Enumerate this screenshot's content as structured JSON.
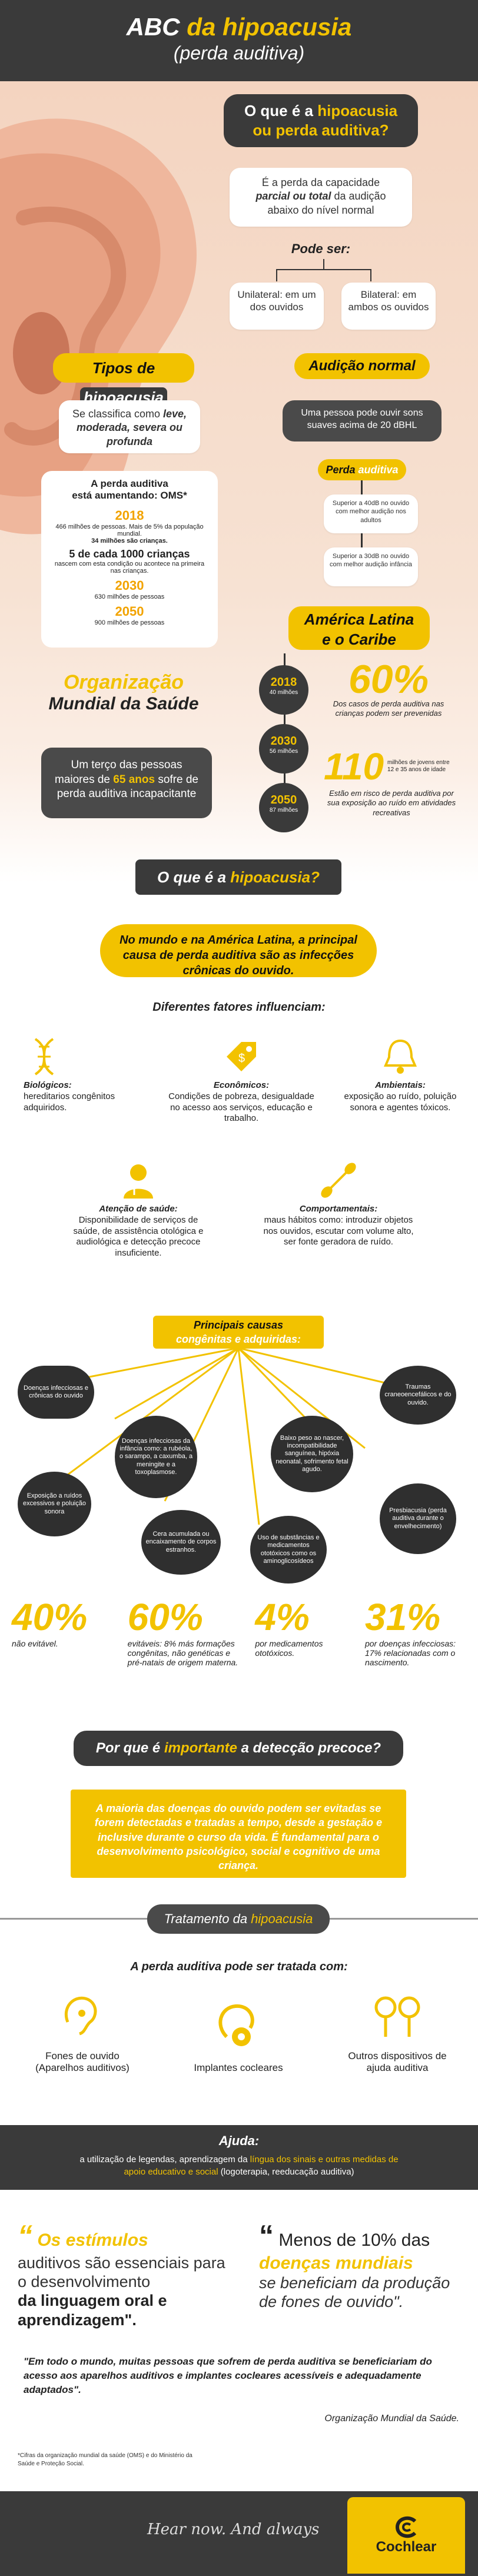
{
  "header": {
    "title": "ABC",
    "title_accent": "da hipoacusia",
    "subtitle": "(perda auditiva)"
  },
  "q1": {
    "q_lead": "O que é a",
    "q_word": "hipoacusia",
    "q_tail": "ou perda auditiva?",
    "def_a": "É a perda da capacidade",
    "def_b": "parcial ou total",
    "def_c": "da audição",
    "def_d": "abaixo do nível normal",
    "pode_ser": "Pode ser:",
    "uni": "Unilateral: em um dos ouvidos",
    "bi": "Bilateral: em ambos os ouvidos"
  },
  "tipos": {
    "label_a": "Tipos de",
    "label_b": "hipoacusia",
    "class_a": "Se classifica como",
    "class_b": "leve, moderada, severa ou profunda",
    "oms_title_a": "A perda auditiva",
    "oms_title_b": "está aumentando: OMS*",
    "rows": [
      {
        "year": "2018",
        "text": "466 milhões de pessoas. Mais de 5% da população mundial.",
        "sub": "34 milhões são crianças."
      },
      {
        "year": "5 de cada 1000 crianças",
        "text": "nascem com esta condição ou acontece na primeira nas crianças."
      },
      {
        "year": "2030",
        "text": "630 milhões de pessoas"
      },
      {
        "year": "2050",
        "text": "900 milhões de pessoas"
      }
    ]
  },
  "normal": {
    "label_a": "Audição",
    "label_b": "normal",
    "text": "Uma pessoa pode ouvir sons suaves acima de 20 dBHL",
    "perda_a": "Perda",
    "perda_b": "auditiva",
    "adults": "Superior a 40dB no ouvido com melhor audição nos adultos",
    "kids": "Superior a 30dB no ouvido com melhor audição infância"
  },
  "latam": {
    "title_a": "América Latina",
    "title_b": "e o Caribe",
    "years": [
      {
        "year": "2018",
        "val": "40 milhões"
      },
      {
        "year": "2030",
        "val": "56 milhões"
      },
      {
        "year": "2050",
        "val": "87 milhões"
      }
    ],
    "p60": "60%",
    "p60_text": "Dos casos de perda auditiva nas crianças podem ser prevenidas",
    "n110": "110",
    "n110_text": "milhões de jovens entre 12 e 35 anos de idade",
    "n110_more": "Estão em risco de perda auditiva por sua exposição ao ruído em atividades recreativas"
  },
  "oms": {
    "name_a": "Organização",
    "name_b": "Mundial da Saúde",
    "box_a": "Um terço das pessoas maiores de",
    "box_b": "65 anos",
    "box_c": "sofre de perda auditiva incapacitante"
  },
  "section2": {
    "title_a": "O que é a",
    "title_b": "hipoacusia?",
    "lead": "No mundo e na América Latina, a principal causa de perda auditiva são as infecções crônicas do ouvido.",
    "factors": "Diferentes fatores influenciam:",
    "items": [
      {
        "title": "Biológicos:",
        "text": "hereditarios congênitos adquiridos.",
        "icon": "dna-icon"
      },
      {
        "title": "Econômicos:",
        "text": "Condições de pobreza, desigualdade no acesso aos serviços, educação e trabalho.",
        "icon": "price-tag-icon"
      },
      {
        "title": "Ambientais:",
        "text": "exposição ao ruído, poluição sonora e agentes tóxicos.",
        "icon": "bell-icon"
      },
      {
        "title": "Atenção de saúde:",
        "text": "Disponibilidade de serviços de saúde, de assistência otológica e audiológica e detecção precoce insuficiente.",
        "icon": "doctor-icon"
      },
      {
        "title": "Comportamentais:",
        "text": "maus hábitos como: introduzir objetos nos ouvidos, escutar com volume alto, ser fonte geradora de ruído.",
        "icon": "cotton-swab-icon"
      }
    ]
  },
  "causes": {
    "title_a": "Principais causas",
    "title_b": "congênitas e adquiridas:",
    "items": [
      "Doenças infecciosas e crônicas do ouvido",
      "Doenças infecciosas da infância como: a rubéola, o sarampo, a caxumba, a meningite e a toxoplasmose.",
      "Baixo peso ao nascer, incompatibilidade sanguínea, hipóxia neonatal, sofrimento fetal agudo.",
      "Traumas craneoencefálicos e do ouvido.",
      "Exposição a ruídos excessivos e poluição sonora",
      "Cera acumulada ou encaixamento de corpos estranhos.",
      "Uso de substâncias e medicamentos ototóxicos como os aminoglicosídeos",
      "Presbiacusia (perda auditiva durante o envelhecimento)"
    ],
    "stats": [
      {
        "val": "40%",
        "text": "não evitável."
      },
      {
        "val": "60%",
        "text": "evitáveis: 8% más formações congênitas, não genéticas e pré-natais de origem materna."
      },
      {
        "val": "4%",
        "text": "por medicamentos ototóxicos."
      },
      {
        "val": "31%",
        "text": "por doenças infecciosas: 17% relacionadas com o nascimento."
      }
    ]
  },
  "early": {
    "title_a": "Por que é",
    "title_b": "importante",
    "title_c": "a detecção precoce?",
    "box": "A maioria das doenças do ouvido podem ser evitadas se forem detectadas e tratadas a tempo, desde a gestação e inclusive durante o curso da vida. É fundamental para o desenvolvimento psicológico, social e cognitivo de uma criança."
  },
  "treatment": {
    "title_a": "Tratamento da",
    "title_b": "hipoacusia",
    "lead": "A perda auditiva pode ser tratada com:",
    "items": [
      {
        "label": "Fones de ouvido (Aparelhos auditivos)",
        "icon": "hearing-aid-icon"
      },
      {
        "label": "Implantes cocleares",
        "icon": "cochlear-implant-icon"
      },
      {
        "label": "Outros dispositivos de ajuda auditiva",
        "icon": "earbuds-icon"
      }
    ]
  },
  "ajuda": {
    "title": "Ajuda:",
    "text_a": "a utilização de legendas, aprendizagem da",
    "text_b": "língua dos sinais e outras medidas de apoio educativo e social",
    "text_c": "(logoterapia, reeducação auditiva)"
  },
  "quotes": {
    "left_a": "Os estímulos",
    "left_b": "auditivos são essenciais para o desenvolvimento",
    "left_c": "da linguagem oral e aprendizagem\".",
    "right_a": "Menos de 10% das",
    "right_b": "doenças mundiais",
    "right_c": "se beneficiam da produção de fones de ouvido\".",
    "main": "\"Em todo o mundo, muitas pessoas que sofrem de perda auditiva se beneficiariam do acesso aos aparelhos auditivos e implantes cocleares acessíveis e adequadamente adaptados\".",
    "attrib": "Organização Mundial da Saúde."
  },
  "footnote": "*Cifras da organização mundial da saúde (OMS) e do Ministério da Saúde e Proteção Social.",
  "footer": {
    "tagline": "Hear now. And always",
    "brand": "Cochlear"
  },
  "colors": {
    "accent": "#f2c200",
    "dark": "#3a3a3a",
    "skin": "#f3d2bd"
  }
}
